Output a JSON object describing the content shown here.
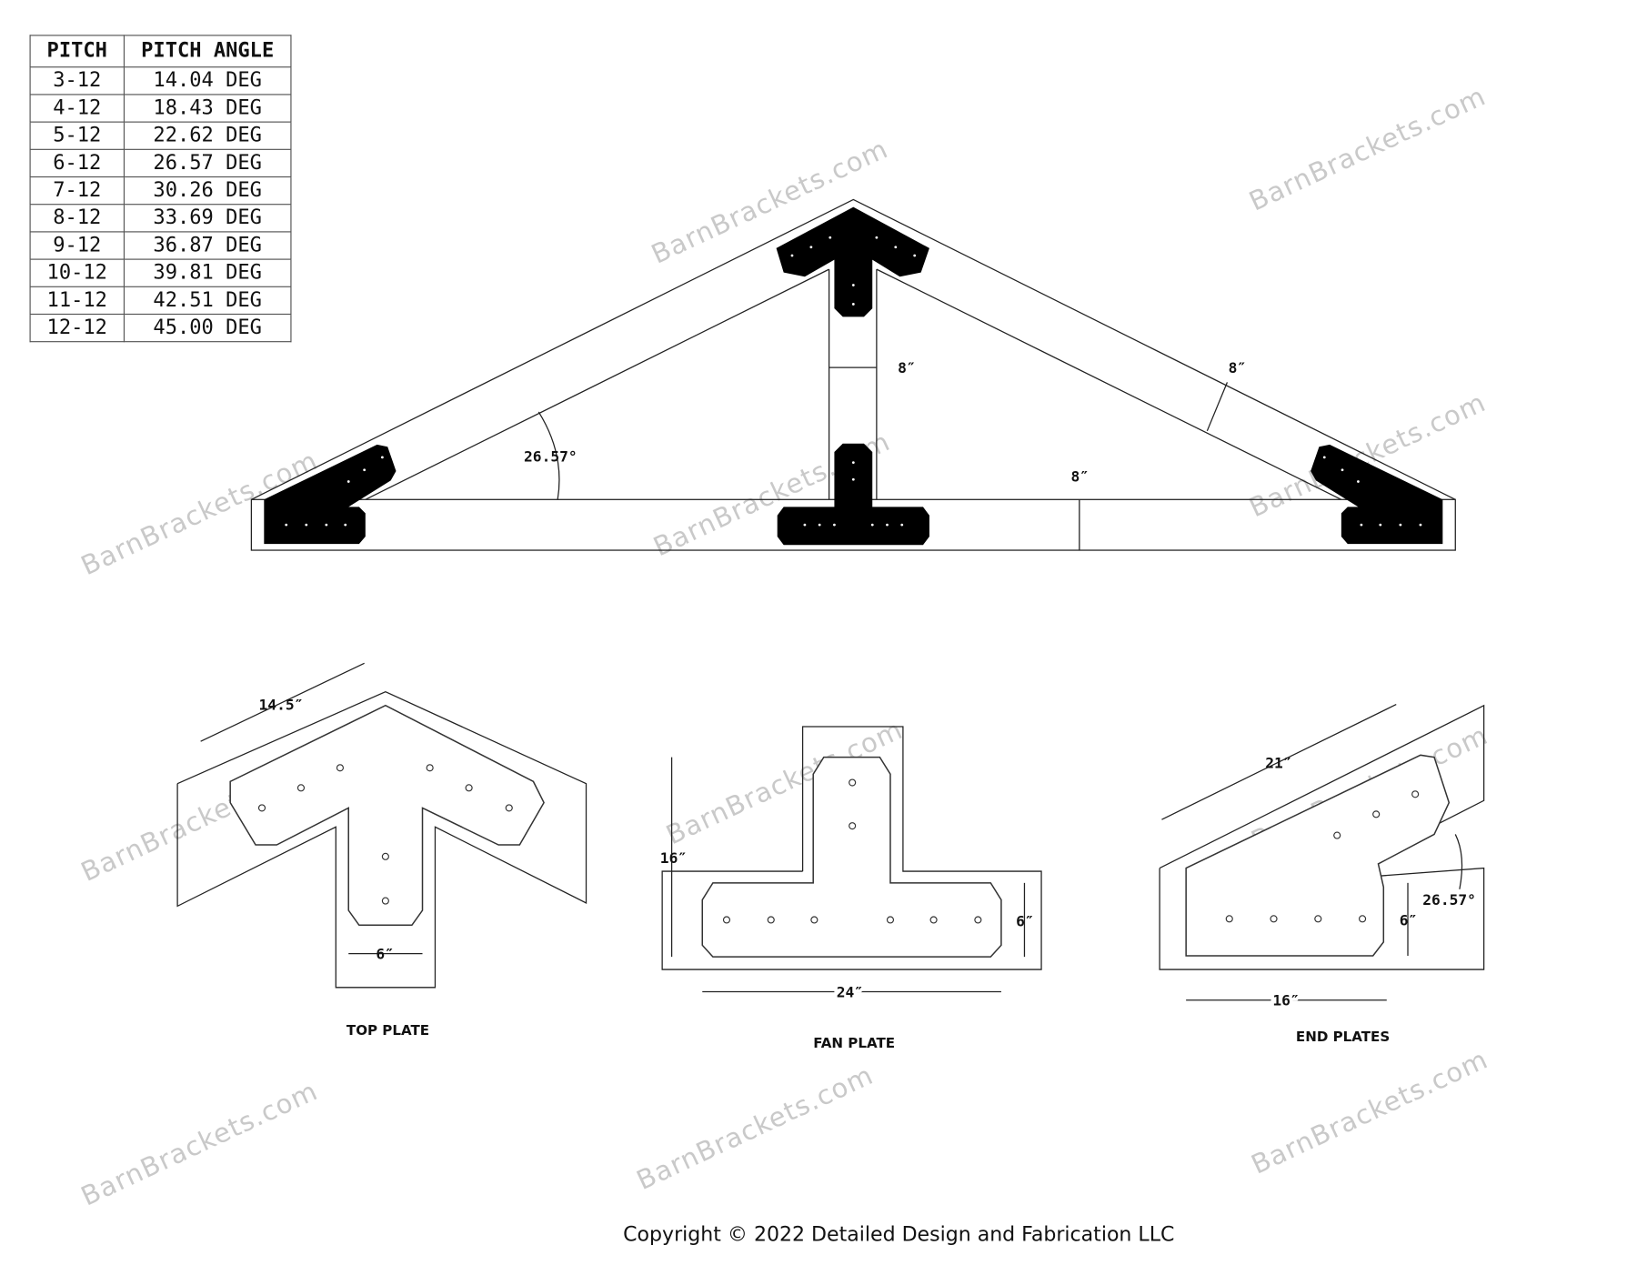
{
  "pitch_table": {
    "headers": [
      "PITCH",
      "PITCH ANGLE"
    ],
    "rows": [
      [
        "3-12",
        "14.04 DEG"
      ],
      [
        "4-12",
        "18.43 DEG"
      ],
      [
        "5-12",
        "22.62 DEG"
      ],
      [
        "6-12",
        "26.57 DEG"
      ],
      [
        "7-12",
        "30.26 DEG"
      ],
      [
        "8-12",
        "33.69 DEG"
      ],
      [
        "9-12",
        "36.87 DEG"
      ],
      [
        "10-12",
        "39.81 DEG"
      ],
      [
        "11-12",
        "42.51 DEG"
      ],
      [
        "12-12",
        "45.00 DEG"
      ]
    ]
  },
  "truss": {
    "king_post_width": "8″",
    "rafter_depth": "8″",
    "pitch_angle": "26.57°",
    "bottom_chord_depth": "8″"
  },
  "top_plate": {
    "caption": "TOP PLATE",
    "length": "14.5″",
    "stem_width": "6″"
  },
  "fan_plate": {
    "caption": "FAN PLATE",
    "height": "16″",
    "base_depth": "6″",
    "width": "24″"
  },
  "end_plates": {
    "caption": "END PLATES",
    "length": "21″",
    "angle": "26.57°",
    "depth": "6″",
    "width": "16″"
  },
  "watermark": "BarnBrackets.com",
  "copyright": "Copyright © 2022 Detailed Design and Fabrication LLC"
}
